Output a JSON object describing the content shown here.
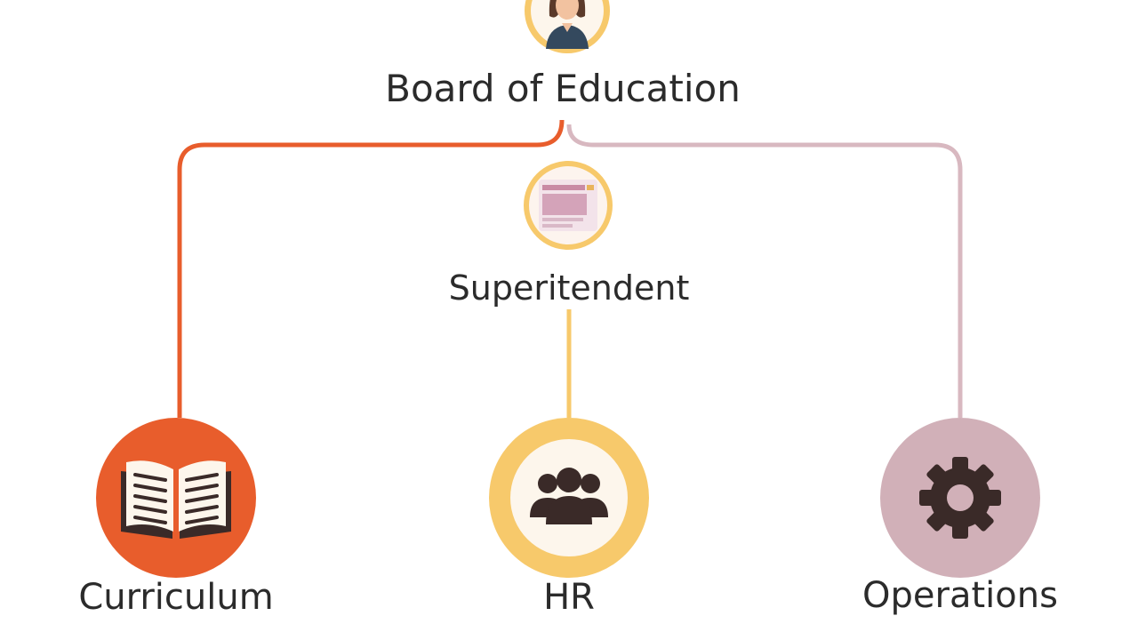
{
  "nodes": {
    "board": {
      "label": "Board of Education",
      "icon": "person-avatar-icon",
      "ring_color": "#f7c96b"
    },
    "superintendent": {
      "label": "Superitendent",
      "icon": "document-window-icon",
      "ring_color": "#f7c96b"
    },
    "curriculum": {
      "label": "Curriculum",
      "icon": "open-book-icon",
      "fill_color": "#e85d2c"
    },
    "hr": {
      "label": "HR",
      "icon": "people-group-icon",
      "ring_color": "#f7c96b"
    },
    "operations": {
      "label": "Operations",
      "icon": "gear-icon",
      "fill_color": "#d1b0b8"
    }
  },
  "connector_colors": {
    "board_to_curriculum": "#e85d2c",
    "board_to_operations": "#d8b8c0",
    "superintendent_to_hr": "#f7c96b"
  }
}
